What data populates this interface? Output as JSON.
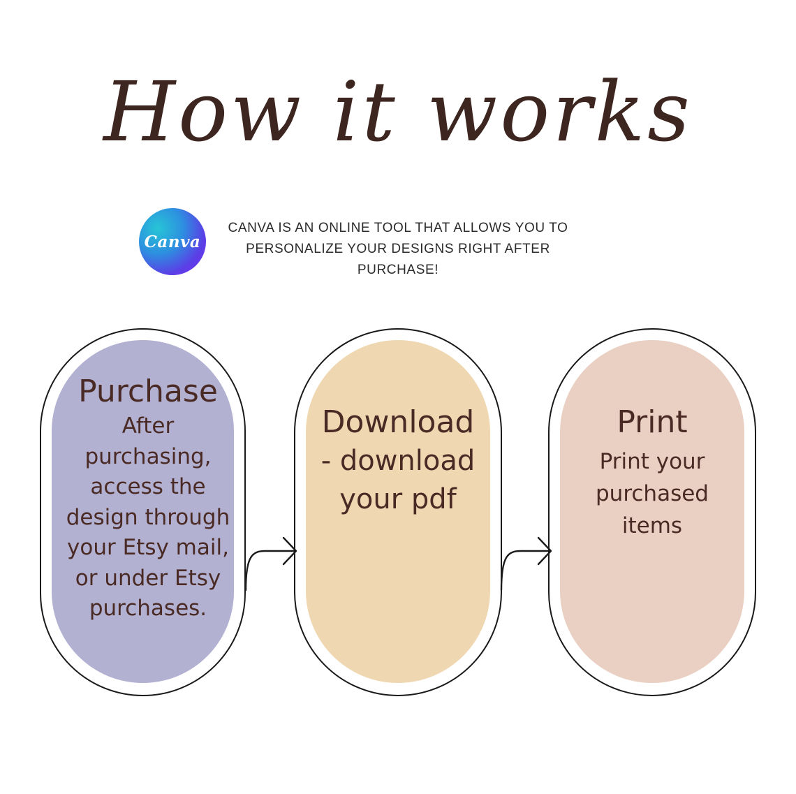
{
  "header": {
    "title": "How it works"
  },
  "intro": {
    "logo_text": "Canva",
    "description": "CANVA IS AN ONLINE TOOL THAT ALLOWS YOU TO PERSONALIZE YOUR DESIGNS RIGHT AFTER PURCHASE!"
  },
  "steps": [
    {
      "title": "Purchase",
      "description": "After purchasing, access the design through your Etsy mail, or under Etsy purchases.",
      "color": "#b3b1d1"
    },
    {
      "title": "Download",
      "description": "- download your pdf",
      "color": "#efd8b1"
    },
    {
      "title": "Print",
      "description": "Print your purchased items",
      "color": "#e9d0c3"
    }
  ],
  "colors": {
    "text": "#4a2a24",
    "outline": "#1a1a1a",
    "title": "#3d2620"
  }
}
